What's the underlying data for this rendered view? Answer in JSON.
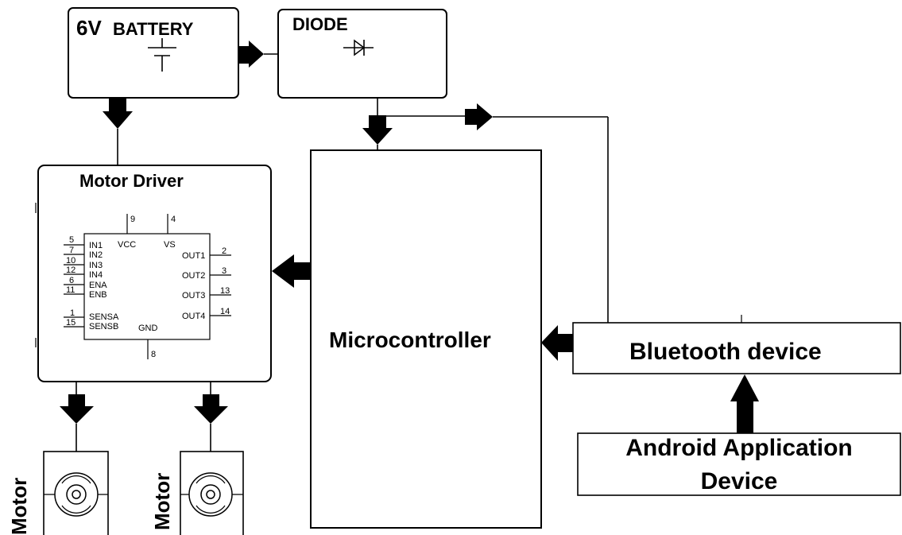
{
  "battery": {
    "voltage": "6V",
    "label": "BATTERY"
  },
  "diode": {
    "label": "DIODE"
  },
  "motor_driver": {
    "title": "Motor Driver",
    "top_pins": [
      {
        "number": "9",
        "name": "VCC"
      },
      {
        "number": "4",
        "name": "VS"
      }
    ],
    "left_pins": [
      {
        "number": "5",
        "name": "IN1"
      },
      {
        "number": "7",
        "name": "IN2"
      },
      {
        "number": "10",
        "name": "IN3"
      },
      {
        "number": "12",
        "name": "IN4"
      },
      {
        "number": "6",
        "name": "ENA"
      },
      {
        "number": "11",
        "name": "ENB"
      },
      {
        "number": "1",
        "name": "SENSA"
      },
      {
        "number": "15",
        "name": "SENSB"
      }
    ],
    "right_pins": [
      {
        "number": "2",
        "name": "OUT1"
      },
      {
        "number": "3",
        "name": "OUT2"
      },
      {
        "number": "13",
        "name": "OUT3"
      },
      {
        "number": "14",
        "name": "OUT4"
      }
    ],
    "bottom_pin": {
      "number": "8",
      "name": "GND"
    }
  },
  "microcontroller": {
    "label": "Microcontroller"
  },
  "bluetooth": {
    "label": "Bluetooth device"
  },
  "android": {
    "line1": "Android Application",
    "line2": "Device"
  },
  "motors": [
    {
      "label": "Motor"
    },
    {
      "label": "Motor"
    }
  ]
}
